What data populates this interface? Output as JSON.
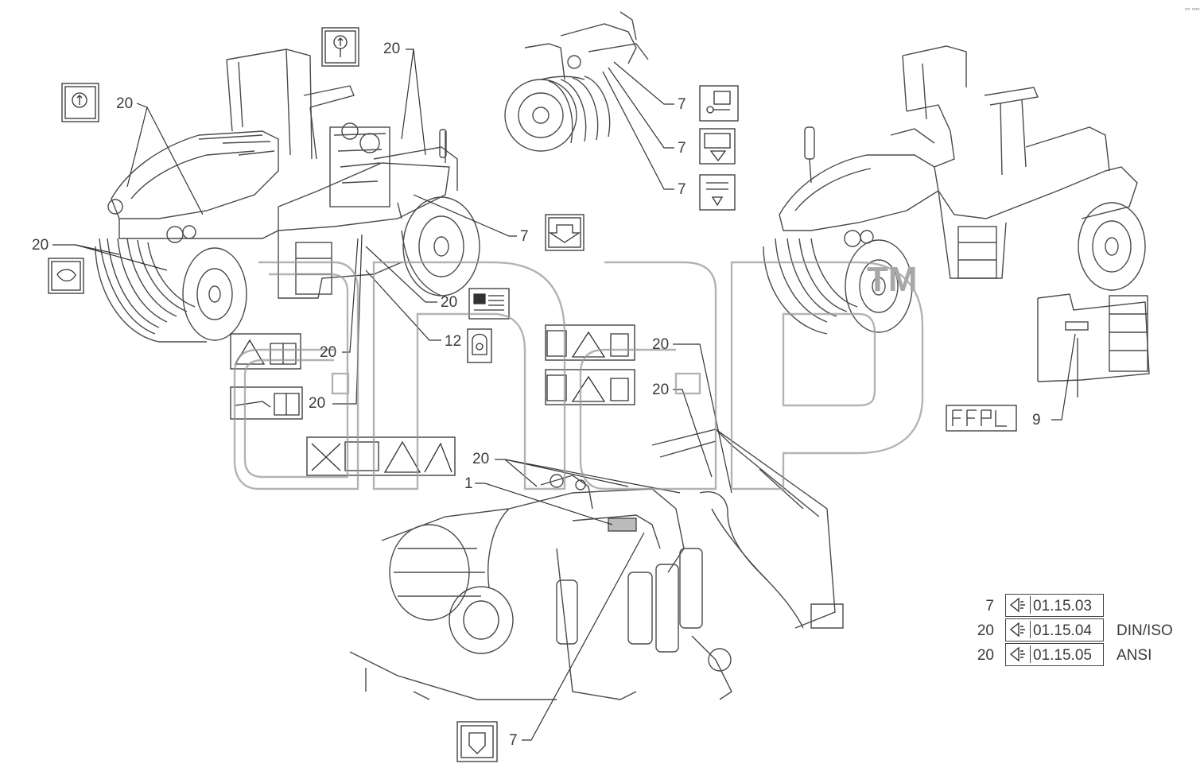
{
  "callouts": {
    "top_left_20": "20",
    "top_center_20": "20",
    "left_20": "20",
    "mid_7": "7",
    "mid_20": "20",
    "mid_12": "12",
    "decal_20_a": "20",
    "decal_20_b": "20",
    "wheel_7_a": "7",
    "wheel_7_b": "7",
    "wheel_7_c": "7",
    "right_20_a": "20",
    "right_20_b": "20",
    "right_9": "9",
    "engine_20": "20",
    "engine_1": "1",
    "bottom_7": "7"
  },
  "watermark": {
    "text": "anap",
    "tm": "TM"
  },
  "legend": [
    {
      "number": "7",
      "code": "01.15.03",
      "standard": ""
    },
    {
      "number": "20",
      "code": "01.15.04",
      "standard": "DIN/ISO"
    },
    {
      "number": "20",
      "code": "01.15.05",
      "standard": "ANSI"
    }
  ],
  "corner_mark": "▫▫ ▫▫▫",
  "colors": {
    "line": "#4a4a4a",
    "watermark": "#9a9a9a"
  }
}
